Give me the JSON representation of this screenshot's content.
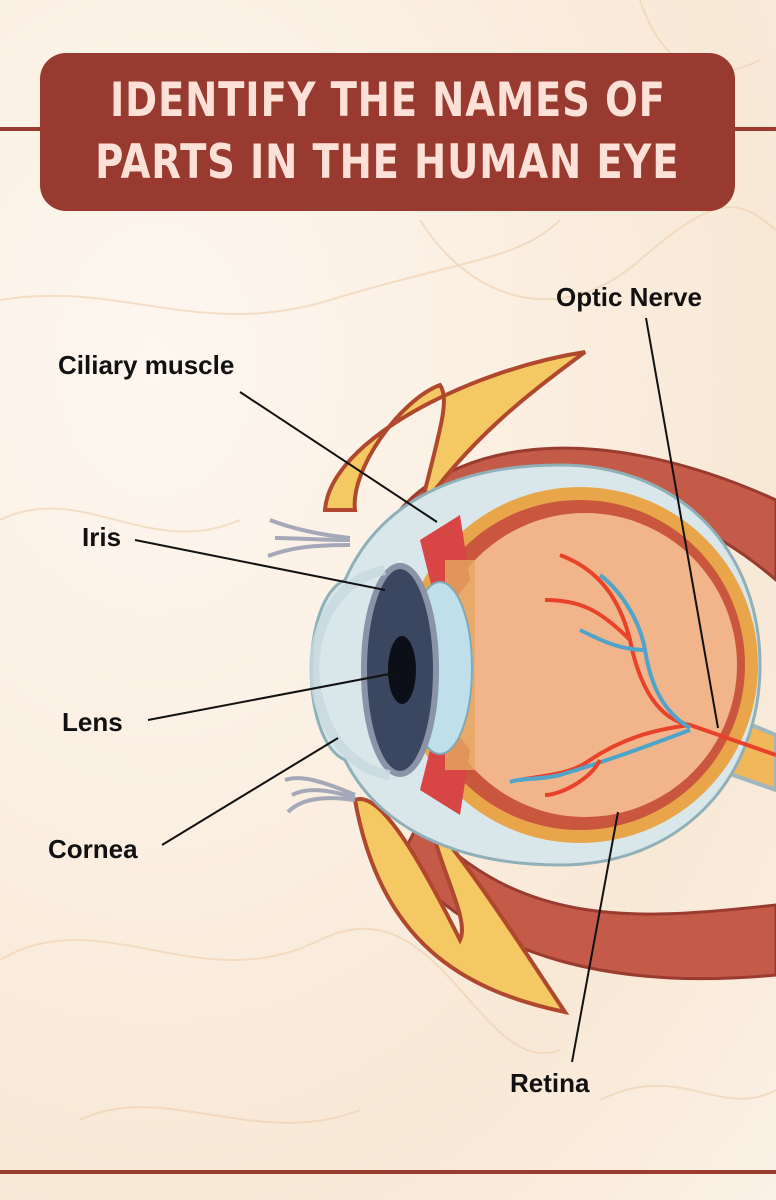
{
  "title": {
    "line1": "IDENTIFY THE NAMES OF",
    "line2": "PARTS IN THE HUMAN EYE"
  },
  "labels": {
    "optic_nerve": "Optic Nerve",
    "ciliary_muscle": "Ciliary muscle",
    "iris": "Iris",
    "lens": "Lens",
    "cornea": "Cornea",
    "retina": "Retina"
  },
  "colors": {
    "banner": "#983a30",
    "title_text": "#fde0d8",
    "background": "#fbf1e6"
  }
}
